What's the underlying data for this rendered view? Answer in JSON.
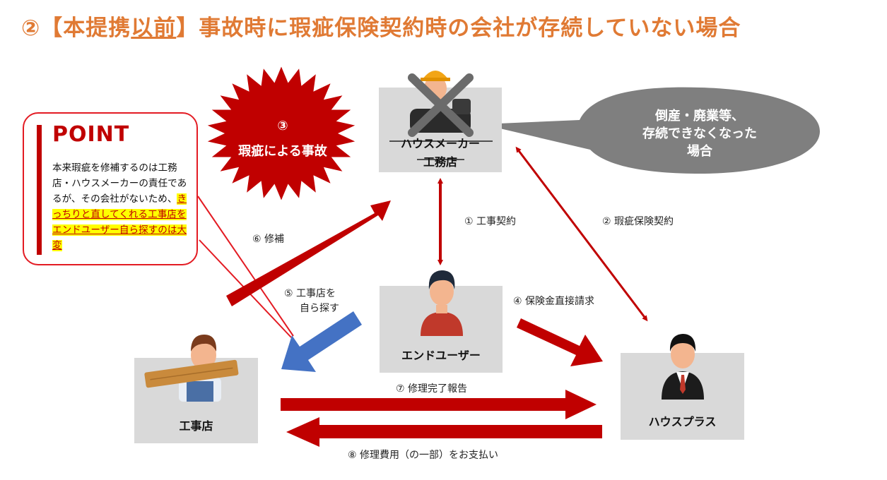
{
  "title": {
    "circled_number": "②",
    "bracket_open": "【",
    "tag_plain": "本提携",
    "tag_underlined": "以前",
    "bracket_close": "】",
    "main": "事故時に瑕疵保険契約時の会社が存続していない場合"
  },
  "point_box": {
    "heading": "POINT",
    "body_plain": "本来瑕疵を修補するのは工務店・ハウスメーカーの責任であるが、その会社がないため、",
    "body_highlight": "きっちりと直してくれる工事店をエンドユーザー自ら探すのは大変"
  },
  "burst": {
    "number": "③",
    "label": "瑕疵による事故"
  },
  "bubble": {
    "lines": [
      "倒産・廃業等、",
      "存続できなくなった",
      "場合"
    ]
  },
  "nodes": {
    "maker": {
      "line1": "ハウスメーカー",
      "line2": "工務店"
    },
    "end_user": {
      "label": "エンドユーザー"
    },
    "contractor": {
      "label": "工事店"
    },
    "house_plus": {
      "label": "ハウスプラス"
    }
  },
  "steps": {
    "s1": "① 工事契約",
    "s2": "② 瑕疵保険契約",
    "s4": "④ 保険金直接請求",
    "s5_line1": "⑤ 工事店を",
    "s5_line2": "自ら探す",
    "s6": "⑥ 修補",
    "s7": "⑦ 修理完了報告",
    "s8": "⑧ 修理費用（の一部）をお支払い"
  },
  "colors": {
    "title": "#e07a34",
    "arrow_red": "#c00000",
    "arrow_blue": "#4472c4",
    "box_gray": "#d9d9d9",
    "bubble_gray": "#7f7f7f",
    "highlight": "#ffff00"
  },
  "icons": [
    "worker-icon",
    "cross-out-icon",
    "user-icon",
    "carpenter-icon",
    "businessman-icon"
  ]
}
